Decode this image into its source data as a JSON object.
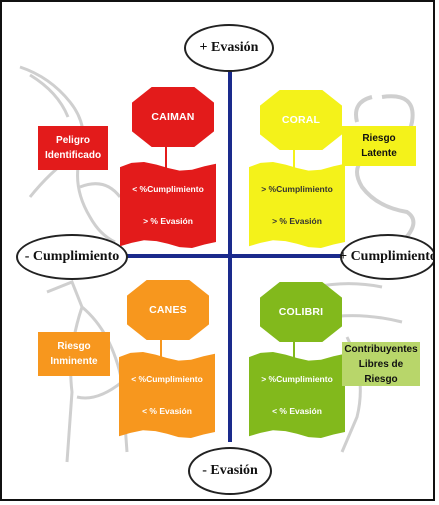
{
  "axes": {
    "top": "+ Evasión",
    "bottom": "- Evasión",
    "left": "- Cumplimiento",
    "right": "+ Cumplimiento"
  },
  "quadrants": [
    {
      "name": "CAIMAN",
      "cumplimiento": "< %Cumplimiento",
      "evasion": "> % Evasión",
      "risk": "Peligro Identificado",
      "color": "#e31b1b",
      "icon": "crocodile"
    },
    {
      "name": "CORAL",
      "cumplimiento": "> %Cumplimiento",
      "evasion": "> % Evasión",
      "risk": "Riesgo Latente",
      "color": "#f4f21a",
      "icon": "snake"
    },
    {
      "name": "CANES",
      "cumplimiento": "< %Cumplimiento",
      "evasion": "< % Evasión",
      "risk": "Riesgo Inminente",
      "color": "#f7971e",
      "icon": "dog"
    },
    {
      "name": "COLIBRI",
      "cumplimiento": "> %Cumplimiento",
      "evasion": "< % Evasión",
      "risk": "Contribuyentes Libres de Riesgo",
      "color": "#82b91c",
      "icon": "hummingbird"
    }
  ],
  "colors": {
    "axis": "#1a2a8c"
  }
}
